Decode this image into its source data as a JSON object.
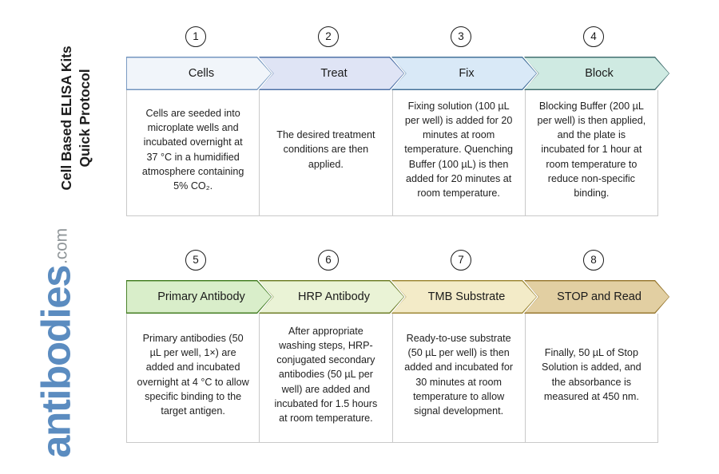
{
  "title": {
    "line1": "Cell Based ELISA Kits",
    "line2": "Quick Protocol"
  },
  "logo": {
    "word": "antibodies",
    "tld": ".com",
    "word_color": "#5b8cc0",
    "tld_color": "#8f9598"
  },
  "rows": [
    {
      "id": "row-1",
      "steps": [
        {
          "number": "1",
          "label": "Cells",
          "text": "Cells are seeded into microplate wells and incubated overnight at 37 °C in a humidified atmosphere containing 5% CO₂.",
          "fill": "#f1f5fa",
          "stroke": "#6f93bd"
        },
        {
          "number": "2",
          "label": "Treat",
          "text": "The desired treatment conditions are then applied.",
          "fill": "#dfe4f5",
          "stroke": "#4a6fa5"
        },
        {
          "number": "3",
          "label": "Fix",
          "text": "Fixing solution (100 µL per well) is added for 20 minutes at room temperature. Quenching Buffer (100 µL) is then added for 20 minutes at room temperature.",
          "fill": "#d9e9f7",
          "stroke": "#3f6e96"
        },
        {
          "number": "4",
          "label": "Block",
          "text": "Blocking Buffer (200 µL per well) is then applied, and the plate is incubated for 1 hour at room temperature to reduce non-specific binding.",
          "fill": "#cfeae2",
          "stroke": "#3d6b6b"
        }
      ]
    },
    {
      "id": "row-2",
      "steps": [
        {
          "number": "5",
          "label": "Primary Antibody",
          "text": "Primary antibodies (50 µL per well, 1×) are added and incubated overnight at 4 °C to allow specific binding to the target antigen.",
          "fill": "#d9eeca",
          "stroke": "#3f7a1e"
        },
        {
          "number": "6",
          "label": "HRP Antibody",
          "text": "After appropriate washing steps, HRP-conjugated secondary antibodies (50 µL per well) are added and incubated for 1.5 hours at room temperature.",
          "fill": "#eaf3d6",
          "stroke": "#6a7a22"
        },
        {
          "number": "7",
          "label": "TMB Substrate",
          "text": "Ready-to-use substrate (50 µL per well) is then added and incubated for 30 minutes at room temperature to allow signal development.",
          "fill": "#f3ebc8",
          "stroke": "#9a8430"
        },
        {
          "number": "8",
          "label": "STOP and Read",
          "text": "Finally, 50 µL of Stop Solution is added, and the absorbance is measured at 450 nm.",
          "fill": "#e2cfa2",
          "stroke": "#96762e"
        }
      ]
    }
  ]
}
